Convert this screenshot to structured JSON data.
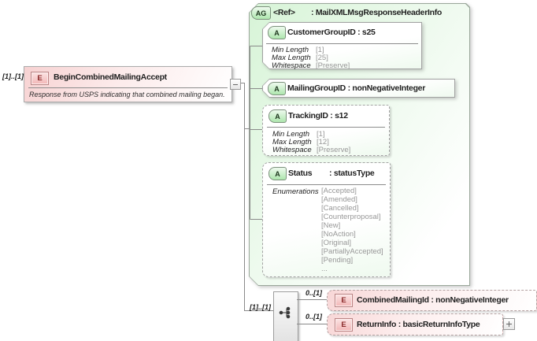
{
  "diagram": {
    "root_element": {
      "occurrence": "[1]..[1]",
      "icon": "E",
      "name": "BeginCombinedMailingAccept",
      "annotation": "Response from USPS indicating that combined mailing began."
    },
    "attribute_group": {
      "icon": "AG",
      "name": "<Ref>",
      "type": ": MailXMLMsgResponseHeaderInfo",
      "attributes": [
        {
          "icon": "A",
          "name": "CustomerGroupID : s25",
          "facets": [
            {
              "label": "Min Length",
              "value": "[1]"
            },
            {
              "label": "Max Length",
              "value": "[25]"
            },
            {
              "label": "Whitespace",
              "value": "[Preserve]"
            }
          ]
        },
        {
          "icon": "A",
          "name": "MailingGroupID : nonNegativeInteger"
        },
        {
          "icon": "A",
          "name": "TrackingID : s12",
          "facets": [
            {
              "label": "Min Length",
              "value": "[1]"
            },
            {
              "label": "Max Length",
              "value": "[12]"
            },
            {
              "label": "Whitespace",
              "value": "[Preserve]"
            }
          ]
        },
        {
          "icon": "A",
          "name": "Status",
          "type": ": statusType",
          "enum_label": "Enumerations",
          "enum_values": [
            "[Accepted]",
            "[Amended]",
            "[Cancelled]",
            "[Counterproposal]",
            "[New]",
            "[NoAction]",
            "[Original]",
            "[PartiallyAccepted]",
            "[Pending]",
            "..."
          ]
        }
      ]
    },
    "sequence": {
      "occurrence": "[1]..[1]",
      "children": [
        {
          "occurrence": "0..[1]",
          "icon": "E",
          "name": "CombinedMailingId : nonNegativeInteger"
        },
        {
          "occurrence": "0..[1]",
          "icon": "E",
          "name": "ReturnInfo : basicReturnInfoType"
        }
      ]
    },
    "colors": {
      "element_fill": "#f7d2d2",
      "group_fill": "#d7f4d7",
      "attr_icon_fill": "#aee6ae",
      "connector_line": "#8a8a8a"
    }
  }
}
